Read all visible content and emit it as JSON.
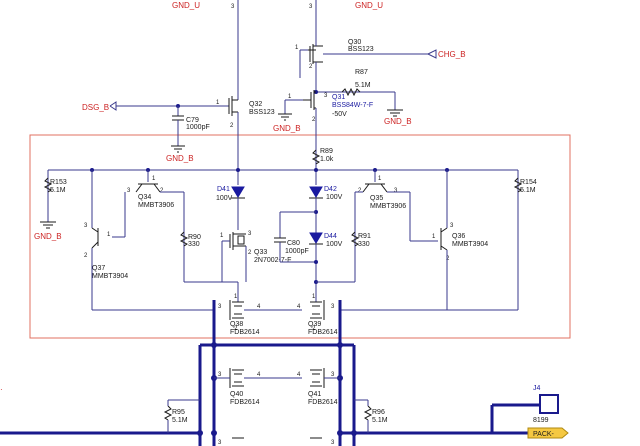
{
  "nets": {
    "gnd_u_left": "GND_U",
    "gnd_u_right": "GND_U",
    "chg_b": "CHG_B",
    "dsg_b": "DSG_B",
    "gnd_b_1": "GND_B",
    "gnd_b_2": "GND_B",
    "gnd_b_3": "GND_B",
    "gnd_b_4": "GND_B",
    "pack": "PACK-"
  },
  "components": {
    "Q30": {
      "ref": "Q30",
      "value": "BSS123"
    },
    "Q31": {
      "ref": "Q31",
      "value": "BSS84W-7-F",
      "extra": "-50V"
    },
    "Q32": {
      "ref": "Q32",
      "value": "BSS123"
    },
    "Q33": {
      "ref": "Q33",
      "value": "2N7002-7-F"
    },
    "Q34": {
      "ref": "Q34",
      "value": "MMBT3906"
    },
    "Q35": {
      "ref": "Q35",
      "value": "MMBT3906"
    },
    "Q36": {
      "ref": "Q36",
      "value": "MMBT3904"
    },
    "Q37": {
      "ref": "Q37",
      "value": "MMBT3904"
    },
    "Q38": {
      "ref": "Q38",
      "value": "FDB2614"
    },
    "Q39": {
      "ref": "Q39",
      "value": "FDB2614"
    },
    "Q40": {
      "ref": "Q40",
      "value": "FDB2614"
    },
    "Q41": {
      "ref": "Q41",
      "value": "FDB2614"
    },
    "R87": {
      "ref": "R87",
      "value": "5.1M"
    },
    "R89": {
      "ref": "R89",
      "value": "1.0k"
    },
    "R90": {
      "ref": "R90",
      "value": "330"
    },
    "R91": {
      "ref": "R91",
      "value": "330"
    },
    "R95": {
      "ref": "R95",
      "value": "5.1M"
    },
    "R96": {
      "ref": "R96",
      "value": "5.1M"
    },
    "R153": {
      "ref": "R153",
      "value": "5.1M"
    },
    "R154": {
      "ref": "R154",
      "value": "5.1M"
    },
    "C79": {
      "ref": "C79",
      "value": "1000pF"
    },
    "C80": {
      "ref": "C80",
      "value": "1000pF"
    },
    "D41": {
      "ref": "D41",
      "value": "100V"
    },
    "D42": {
      "ref": "D42",
      "value": "100V"
    },
    "D44": {
      "ref": "D44",
      "value": "100V"
    },
    "J4": {
      "ref": "J4",
      "value": "8199"
    }
  },
  "pins": {
    "p1": "1",
    "p2": "2",
    "p3": "3",
    "p4": "4"
  },
  "colors": {
    "wire": "#3a3a8c",
    "bus": "#1a1a8c",
    "net_label": "#cc2222",
    "highlight_box": "#e07060",
    "pack_tag": "#f5c842"
  }
}
